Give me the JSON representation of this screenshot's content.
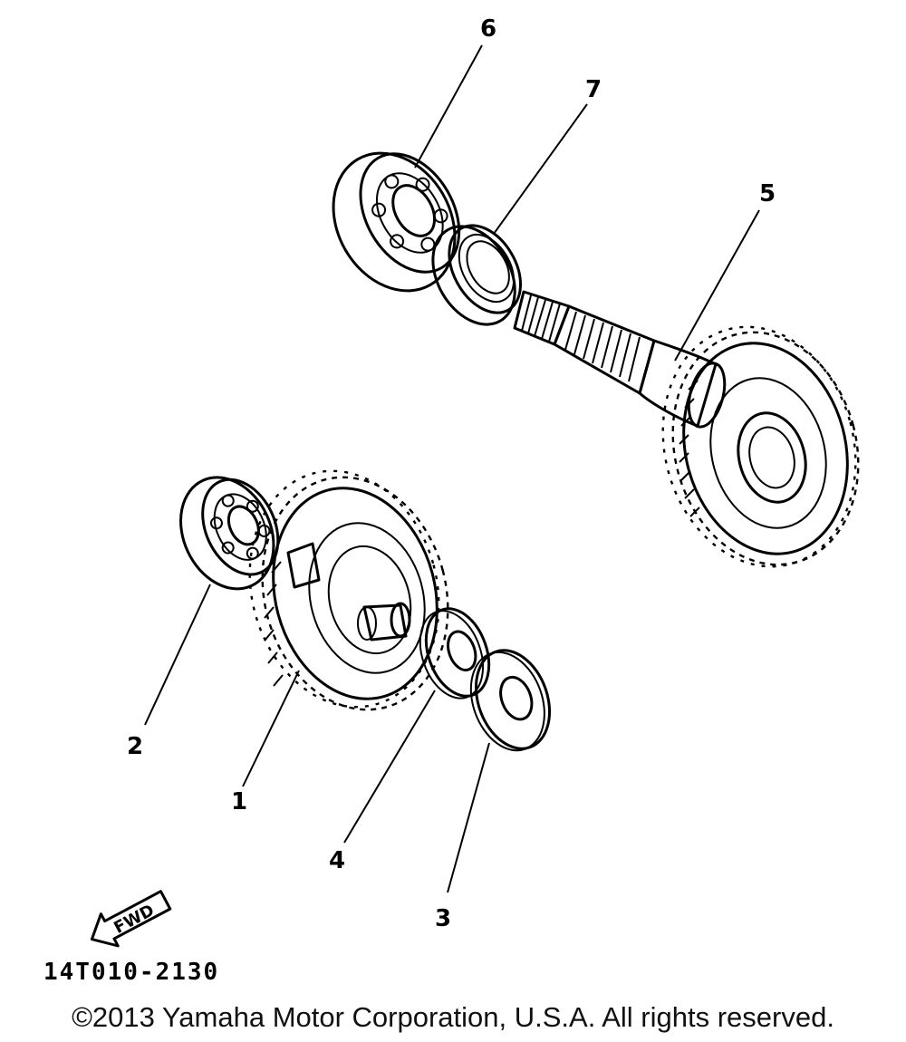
{
  "diagram": {
    "callouts": [
      {
        "id": "1",
        "label": "1"
      },
      {
        "id": "2",
        "label": "2"
      },
      {
        "id": "3",
        "label": "3"
      },
      {
        "id": "4",
        "label": "4"
      },
      {
        "id": "5",
        "label": "5"
      },
      {
        "id": "6",
        "label": "6"
      },
      {
        "id": "7",
        "label": "7"
      }
    ],
    "fwd_label": "FWD",
    "drawing_code": "14T010-2130"
  },
  "footer": {
    "copyright": "©2013 Yamaha Motor Corporation, U.S.A. All rights reserved."
  }
}
